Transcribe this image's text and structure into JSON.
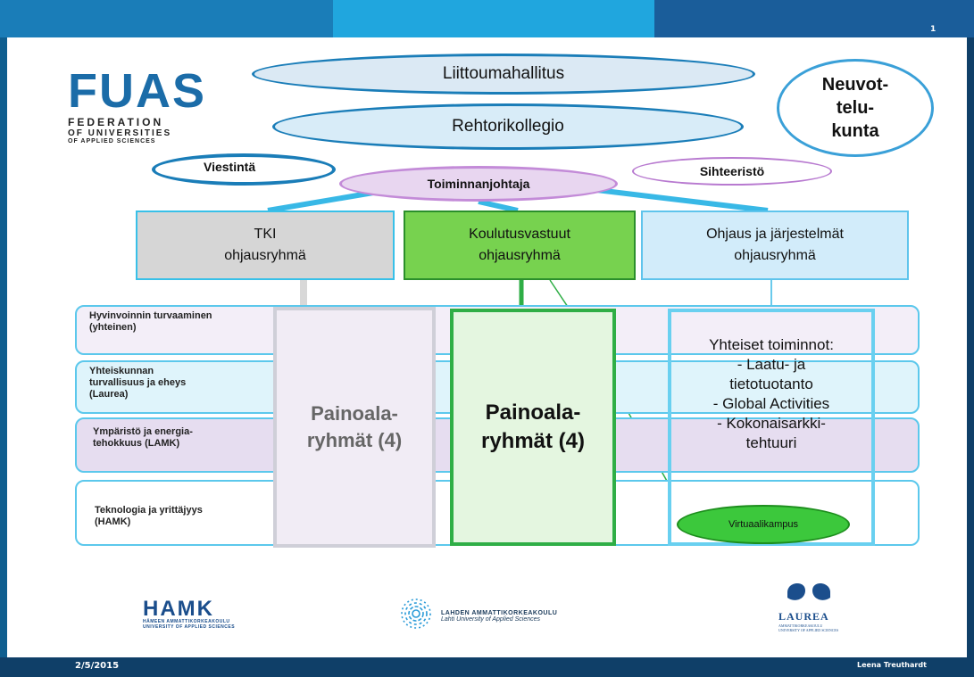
{
  "page_number": "1",
  "footer": {
    "date": "2/5/2015",
    "author": "Leena Treuthardt"
  },
  "fuas_logo": {
    "name": "FUAS",
    "line1": "FEDERATION",
    "line2": "OF UNIVERSITIES",
    "line3": "OF APPLIED SCIENCES"
  },
  "bodies": {
    "liittoumahallitus": "Liittoumahallitus",
    "rehtorikollegio": "Rehtorikollegio",
    "neuvottelukunta": [
      "Neuvot-",
      "telu-",
      "kunta"
    ],
    "viestinta": "Viestintä",
    "toiminnanjohtaja": "Toiminnanjohtaja",
    "sihteeristo": "Sihteeristö"
  },
  "steering_groups": [
    {
      "line1": "TKI",
      "line2": "ohjausryhmä"
    },
    {
      "line1": "Koulutusvastuut",
      "line2": "ohjausryhmä"
    },
    {
      "line1": "Ohjaus ja järjestelmät",
      "line2": "ohjausryhmä"
    }
  ],
  "focus_rows": [
    {
      "line1": "Hyvinvoinnin turvaaminen",
      "line2": "(yhteinen)"
    },
    {
      "line1": "Yhteiskunnan",
      "line2": "turvallisuus  ja eheys",
      "line3": "(Laurea)"
    },
    {
      "line1": "Ympäristö  ja energia-",
      "line2": "tehokkuus (LAMK)"
    },
    {
      "line1": "Teknologia  ja yrittäjyys",
      "line2": "(HAMK)"
    }
  ],
  "painoala_left": [
    "Painoala-",
    "ryhmät (4)"
  ],
  "painoala_center": [
    "Painoala-",
    "ryhmät (4)"
  ],
  "shared_functions": {
    "title": "Yhteiset toiminnot:",
    "items": [
      "- Laatu- ja",
      "tietotuotanto",
      "- Global Activities",
      "- Kokonaisarkki-",
      "tehtuuri"
    ]
  },
  "virtual_campus": "Virtuaalikampus",
  "partner_logos": {
    "hamk": {
      "name": "HAMK",
      "sub1": "HÄMEEN AMMATTIKORKEAKOULU",
      "sub2": "UNIVERSITY OF APPLIED SCIENCES"
    },
    "lamk": {
      "name": "LAHDEN AMMATTIKORKEAKOULU",
      "sub": "Lahti University of Applied Sciences"
    },
    "laurea": {
      "name": "LAUREA",
      "sub1": "AMMATTIKORKEAKOULU",
      "sub2": "UNIVERSITY OF APPLIED SCIENCES"
    }
  },
  "colors": {
    "band_left": "#1a7db8",
    "band_mid": "#20a6de",
    "band_right": "#1a5d9a",
    "connector": "#38b8e6",
    "green": "#2fae46"
  }
}
